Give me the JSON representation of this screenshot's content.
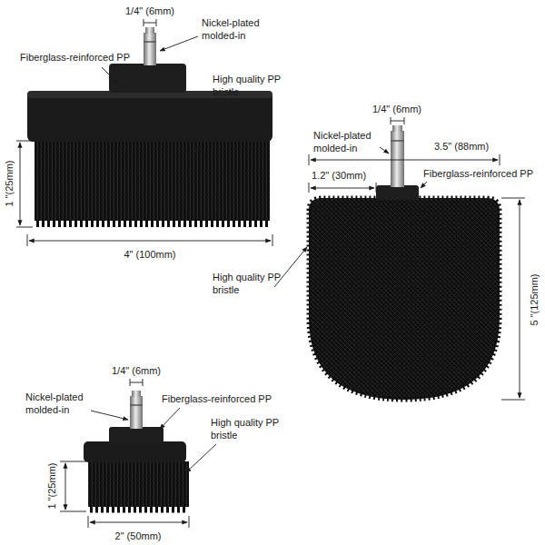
{
  "diagram": {
    "labels": [
      "1/4\" (6mm)",
      "Nickel-plated molded-in",
      "Fiberglass-reinforced PP",
      "High quality PP bristle",
      "1 \"(25mm)",
      "4\" (100mm)",
      "1/4\" (6mm)",
      "Nickel-plated molded-in",
      "3.5\" (88mm)",
      "1.2\" (30mm)",
      "Fiberglass-reinforced PP",
      "High quality PP bristle",
      "5 \"(125mm)",
      "1/4\" (6mm)",
      "Nickel-plated molded-in",
      "Fiberglass-reinforced PP",
      "High quality PP bristle",
      "1 \"(25mm)",
      "2\" (50mm)"
    ]
  }
}
